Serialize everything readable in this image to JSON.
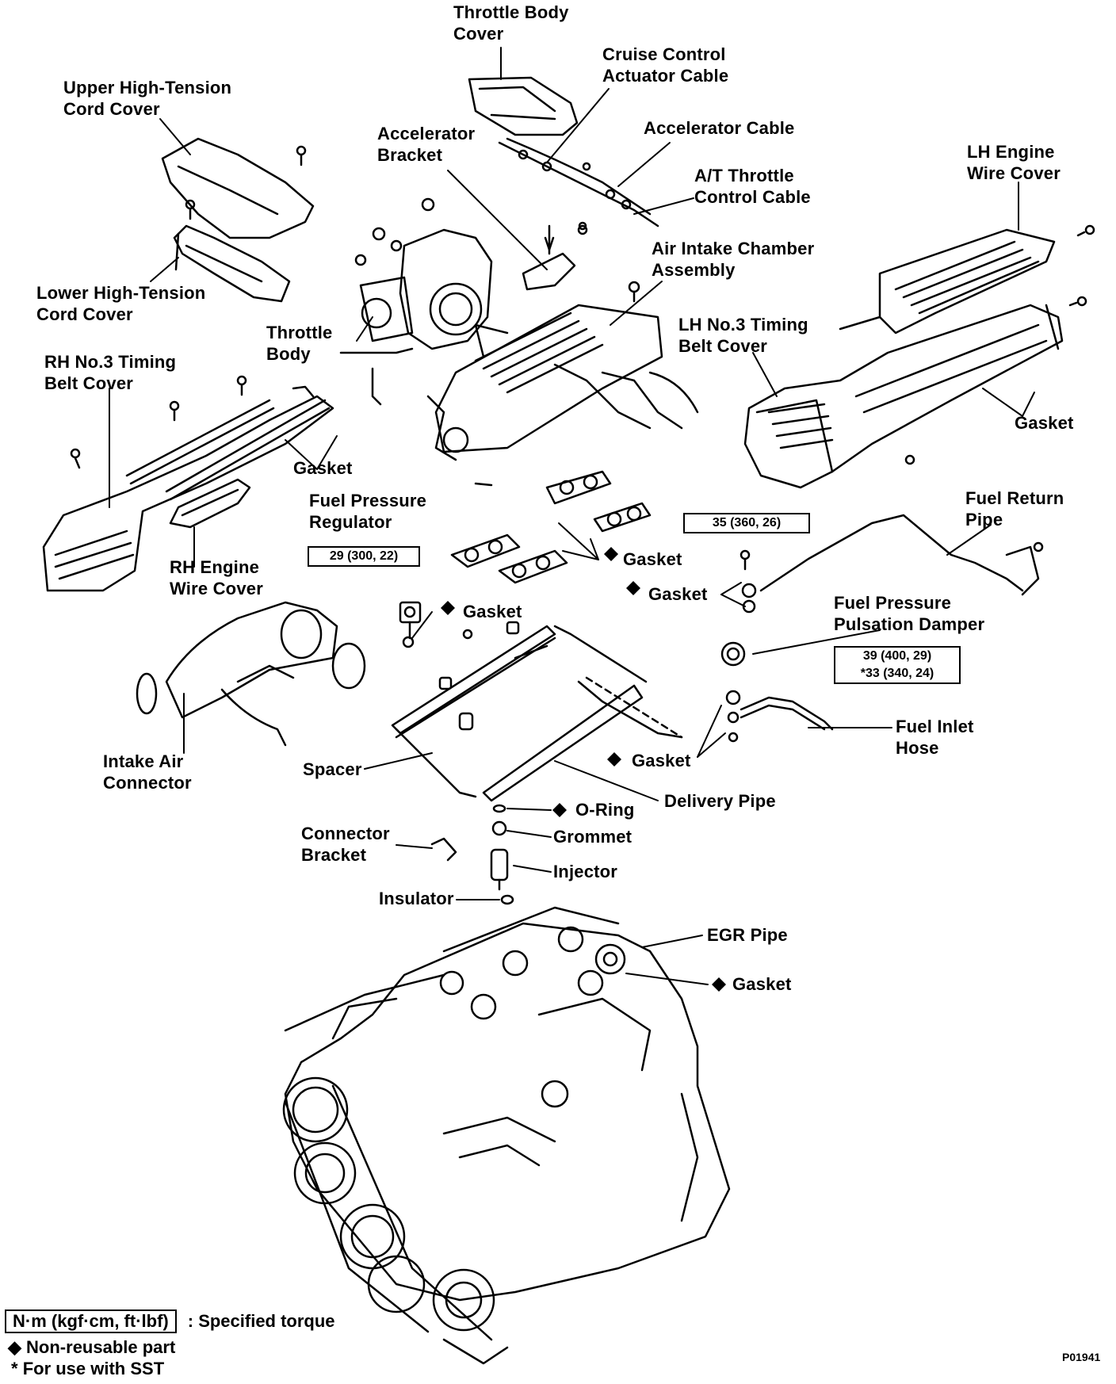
{
  "labels": {
    "throttle_body_cover": [
      "Throttle Body",
      "Cover"
    ],
    "cruise_control_cable": [
      "Cruise Control",
      "Actuator Cable"
    ],
    "upper_ht_cord_cover": [
      "Upper High-Tension",
      "Cord Cover"
    ],
    "accelerator_bracket": [
      "Accelerator",
      "Bracket"
    ],
    "accelerator_cable": "Accelerator Cable",
    "lh_engine_wire_cover": [
      "LH Engine",
      "Wire Cover"
    ],
    "at_throttle_cable": [
      "A/T Throttle",
      "Control Cable"
    ],
    "air_intake_chamber": [
      "Air Intake Chamber",
      "Assembly"
    ],
    "lower_ht_cord_cover": [
      "Lower High-Tension",
      "Cord Cover"
    ],
    "throttle_body": [
      "Throttle",
      "Body"
    ],
    "lh_timing_belt_cover": [
      "LH No.3 Timing",
      "Belt Cover"
    ],
    "rh_timing_belt_cover": [
      "RH No.3 Timing",
      "Belt Cover"
    ],
    "gasket_lh": "Gasket",
    "gasket_rh": "Gasket",
    "fuel_pressure_regulator": [
      "Fuel Pressure",
      "Regulator"
    ],
    "fuel_return_pipe": [
      "Fuel Return",
      "Pipe"
    ],
    "gasket_intake": "Gasket",
    "gasket_return": "Gasket",
    "rh_engine_wire_cover": [
      "RH Engine",
      "Wire Cover"
    ],
    "gasket_regulator": "Gasket",
    "fuel_pulsation_damper": [
      "Fuel Pressure",
      "Pulsation Damper"
    ],
    "intake_air_connector": [
      "Intake Air",
      "Connector"
    ],
    "fuel_inlet_hose": [
      "Fuel Inlet",
      "Hose"
    ],
    "spacer": "Spacer",
    "gasket_inlet": "Gasket",
    "delivery_pipe": "Delivery Pipe",
    "o_ring": "O-Ring",
    "connector_bracket": [
      "Connector",
      "Bracket"
    ],
    "grommet": "Grommet",
    "injector": "Injector",
    "insulator": "Insulator",
    "egr_pipe": "EGR Pipe",
    "gasket_egr": "Gasket"
  },
  "torques": {
    "return_pipe": "35 (360, 26)",
    "regulator": "29 (300, 22)",
    "damper_1": "39 (400, 29)",
    "damper_2": "*33 (340, 24)"
  },
  "legend": {
    "torque_unit": "N·m (kgf·cm, ft·lbf)",
    "torque_desc": ": Specified torque",
    "non_reusable_symbol": "◆",
    "non_reusable": "Non-reusable part",
    "sst_symbol": "*",
    "sst": "For use with SST"
  },
  "figure_code": "P01941"
}
